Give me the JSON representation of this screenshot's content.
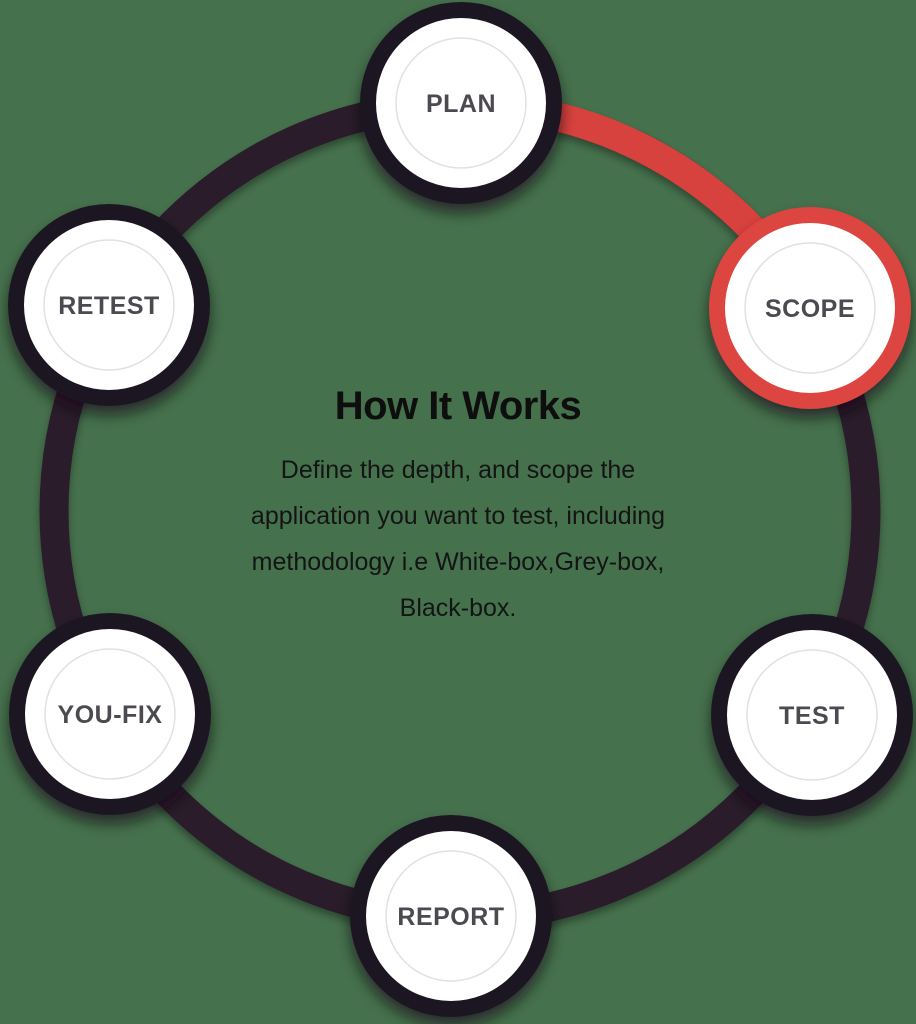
{
  "page": {
    "background_color": "#46714d"
  },
  "diagram": {
    "title": "How It Works",
    "description_lines": [
      "Define the depth, and scope the",
      "application you want to test, including",
      "methodology i.e White-box,Grey-box,",
      "Black-box."
    ],
    "active_step": "SCOPE",
    "colors": {
      "ring": "#2a1c2c",
      "active_red": "#d8423e",
      "node_ring_dark": "#1b1621",
      "node_fill": "#ffffff",
      "node_label": "#4c4950",
      "inner_circle": "#e2e0e3"
    },
    "steps": [
      {
        "label": "PLAN",
        "active": false
      },
      {
        "label": "SCOPE",
        "active": true
      },
      {
        "label": "TEST",
        "active": false
      },
      {
        "label": "REPORT",
        "active": false
      },
      {
        "label": "YOU-FIX",
        "active": false
      },
      {
        "label": "RETEST",
        "active": false
      }
    ]
  }
}
